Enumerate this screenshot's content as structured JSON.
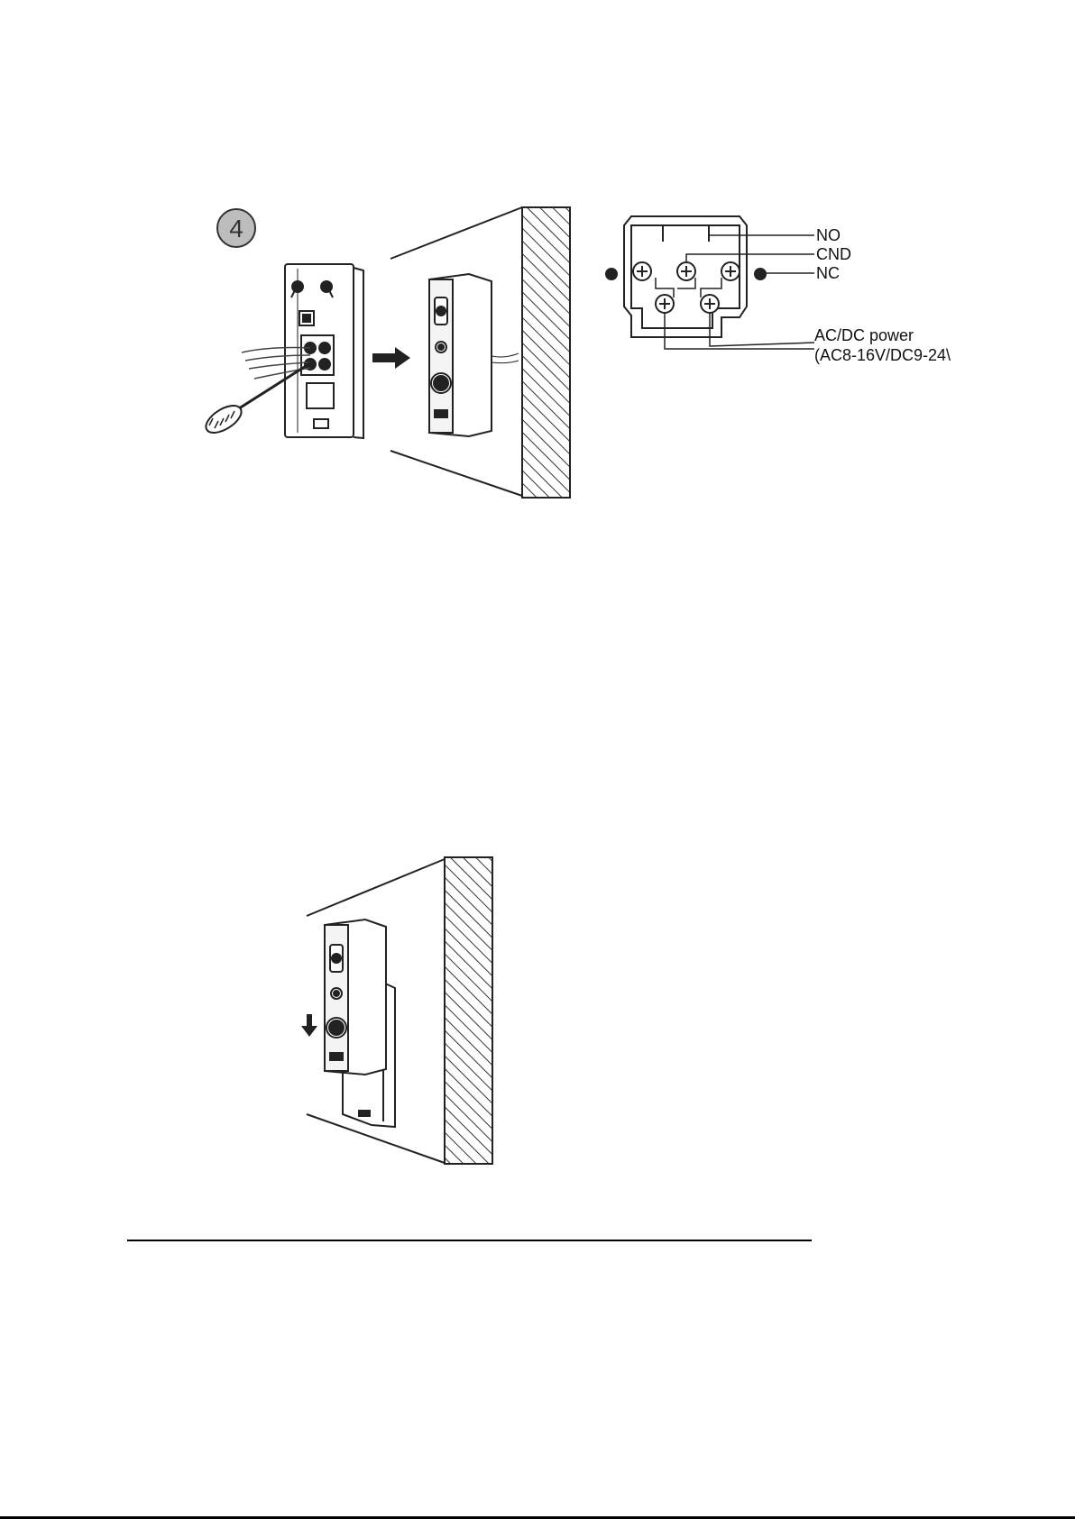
{
  "step": {
    "number": "4"
  },
  "terminals": {
    "no": "NO",
    "gnd": "CND",
    "nc": "NC"
  },
  "power": {
    "line1": "AC/DC power",
    "line2": "(AC8-16V/DC9-24\\"
  }
}
